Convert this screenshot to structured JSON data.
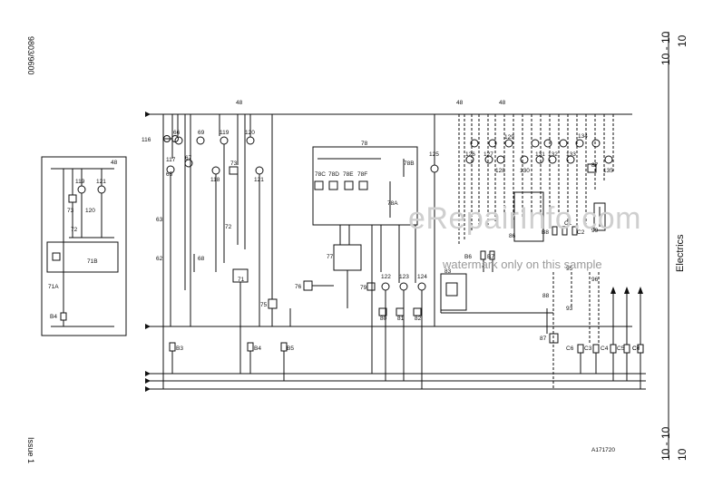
{
  "page": {
    "doc_code": "9803/9600",
    "issue": "Issue 1",
    "section_title": "Electrics",
    "page_number_top": "10 - 10",
    "page_number_top_alt": "10",
    "page_number_bottom": "10 - 10",
    "page_number_bottom_alt": "10",
    "drawing_ref": "A171720"
  },
  "watermark": {
    "site": "eRepairInfo.com",
    "note": "watermark only on this sample"
  },
  "components": [
    "116",
    "66",
    "117",
    "65",
    "67",
    "69",
    "119",
    "120",
    "118",
    "73",
    "121",
    "63",
    "72",
    "62",
    "68",
    "71",
    "75",
    "76",
    "78",
    "78A",
    "78B",
    "78C",
    "78D",
    "78E",
    "78F",
    "77",
    "79",
    "122",
    "123",
    "124",
    "80",
    "81",
    "82",
    "125",
    "126",
    "127",
    "128",
    "129",
    "130",
    "131",
    "132",
    "133",
    "134",
    "135",
    "87",
    "83",
    "86",
    "88",
    "93",
    "95",
    "96",
    "99",
    "B6",
    "B7",
    "B8",
    "C1",
    "C2",
    "B3",
    "B4",
    "B5",
    "C3",
    "C4",
    "C5",
    "C6",
    "C7",
    "48"
  ],
  "inset": {
    "top_label": "48",
    "labels": [
      "119",
      "73",
      "120",
      "121",
      "72",
      "71B",
      "71A",
      "B4"
    ]
  },
  "diagram": {
    "bus_label_top": "48",
    "bus_label_right_1": "48",
    "bus_label_right_2": "48"
  }
}
